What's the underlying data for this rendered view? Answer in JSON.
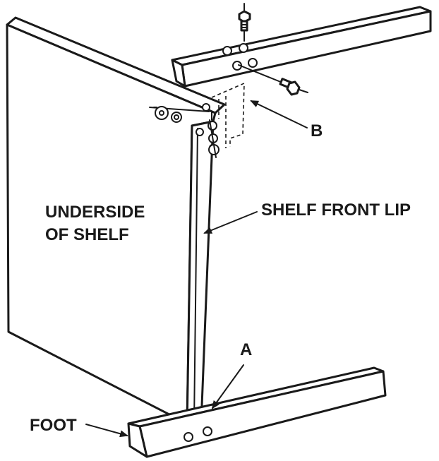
{
  "labels": {
    "underside_line1": "UNDERSIDE",
    "underside_line2": "OF SHELF",
    "shelf_front_lip": "SHELF FRONT LIP",
    "point_a": "A",
    "point_b": "B",
    "foot": "FOOT"
  },
  "colors": {
    "ink": "#1a1a1a",
    "background": "#ffffff"
  }
}
